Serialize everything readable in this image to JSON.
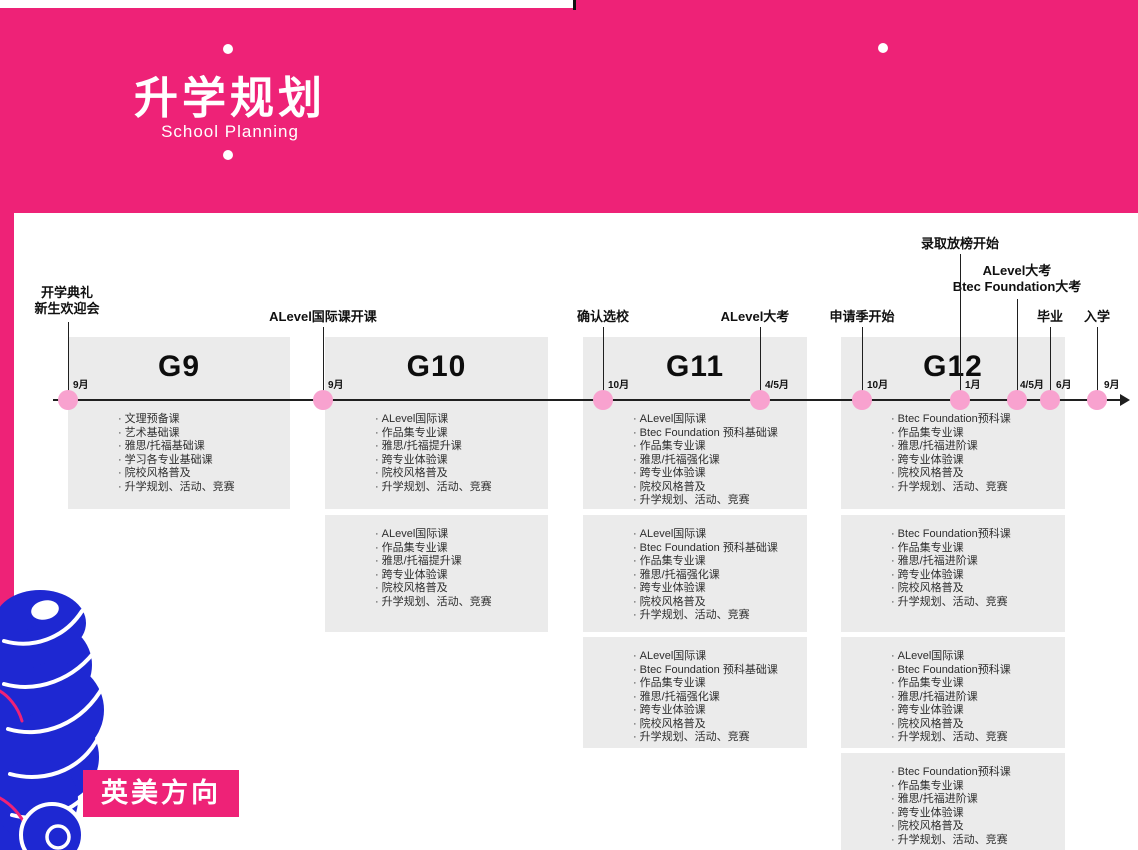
{
  "header": {
    "title": "升学规划",
    "subtitle": "School Planning"
  },
  "direction_badge": {
    "label": "英美方向"
  },
  "timeline": {
    "milestones": [
      {
        "lines": [
          "开学典礼",
          "新生欢迎会"
        ],
        "month": "9月"
      },
      {
        "lines": [
          "ALevel国际课开课"
        ],
        "month": "9月"
      },
      {
        "lines": [
          "确认选校"
        ],
        "month": "10月"
      },
      {
        "lines": [
          "ALevel大考"
        ],
        "month": "4/5月"
      },
      {
        "lines": [
          "申请季开始"
        ],
        "month": "10月"
      },
      {
        "lines": [
          "录取放榜开始"
        ],
        "month": "1月"
      },
      {
        "lines": [
          "ALevel大考",
          "Btec Foundation大考"
        ],
        "month": "4/5月"
      },
      {
        "lines": [
          "毕业"
        ],
        "month": "6月"
      },
      {
        "lines": [
          "入学"
        ],
        "month": "9月"
      }
    ]
  },
  "grades": [
    {
      "name": "G9",
      "boxes": [
        [
          "文理预备课",
          "艺术基础课",
          "雅思/托福基础课",
          "学习各专业基础课",
          "院校风格普及",
          "升学规划、活动、竞赛"
        ]
      ]
    },
    {
      "name": "G10",
      "boxes": [
        [
          "ALevel国际课",
          "作品集专业课",
          "雅思/托福提升课",
          "跨专业体验课",
          "院校风格普及",
          "升学规划、活动、竞赛"
        ],
        [
          "ALevel国际课",
          "作品集专业课",
          "雅思/托福提升课",
          "跨专业体验课",
          "院校风格普及",
          "升学规划、活动、竞赛"
        ]
      ]
    },
    {
      "name": "G11",
      "boxes": [
        [
          "ALevel国际课",
          "Btec Foundation 预科基础课",
          "作品集专业课",
          "雅思/托福强化课",
          "跨专业体验课",
          "院校风格普及",
          "升学规划、活动、竞赛"
        ],
        [
          "ALevel国际课",
          "Btec Foundation 预科基础课",
          "作品集专业课",
          "雅思/托福强化课",
          "跨专业体验课",
          "院校风格普及",
          "升学规划、活动、竞赛"
        ],
        [
          "ALevel国际课",
          "Btec Foundation 预科基础课",
          "作品集专业课",
          "雅思/托福强化课",
          "跨专业体验课",
          "院校风格普及",
          "升学规划、活动、竞赛"
        ]
      ]
    },
    {
      "name": "G12",
      "boxes": [
        [
          "Btec Foundation预科课",
          "作品集专业课",
          "雅思/托福进阶课",
          "跨专业体验课",
          "院校风格普及",
          "升学规划、活动、竞赛"
        ],
        [
          "Btec Foundation预科课",
          "作品集专业课",
          "雅思/托福进阶课",
          "跨专业体验课",
          "院校风格普及",
          "升学规划、活动、竞赛"
        ],
        [
          "ALevel国际课",
          "Btec Foundation预科课",
          "作品集专业课",
          "雅思/托福进阶课",
          "跨专业体验课",
          "院校风格普及",
          "升学规划、活动、竞赛"
        ],
        [
          "Btec Foundation预科课",
          "作品集专业课",
          "雅思/托福进阶课",
          "跨专业体验课",
          "院校风格普及",
          "升学规划、活动、竞赛"
        ]
      ]
    }
  ],
  "colors": {
    "banner_pink": "#EE2277",
    "dot_pink": "#F8A2CF",
    "box_gray": "#EBEBEB",
    "decor_blue": "#1E28D2",
    "timeline_black": "#1F1F1F"
  }
}
